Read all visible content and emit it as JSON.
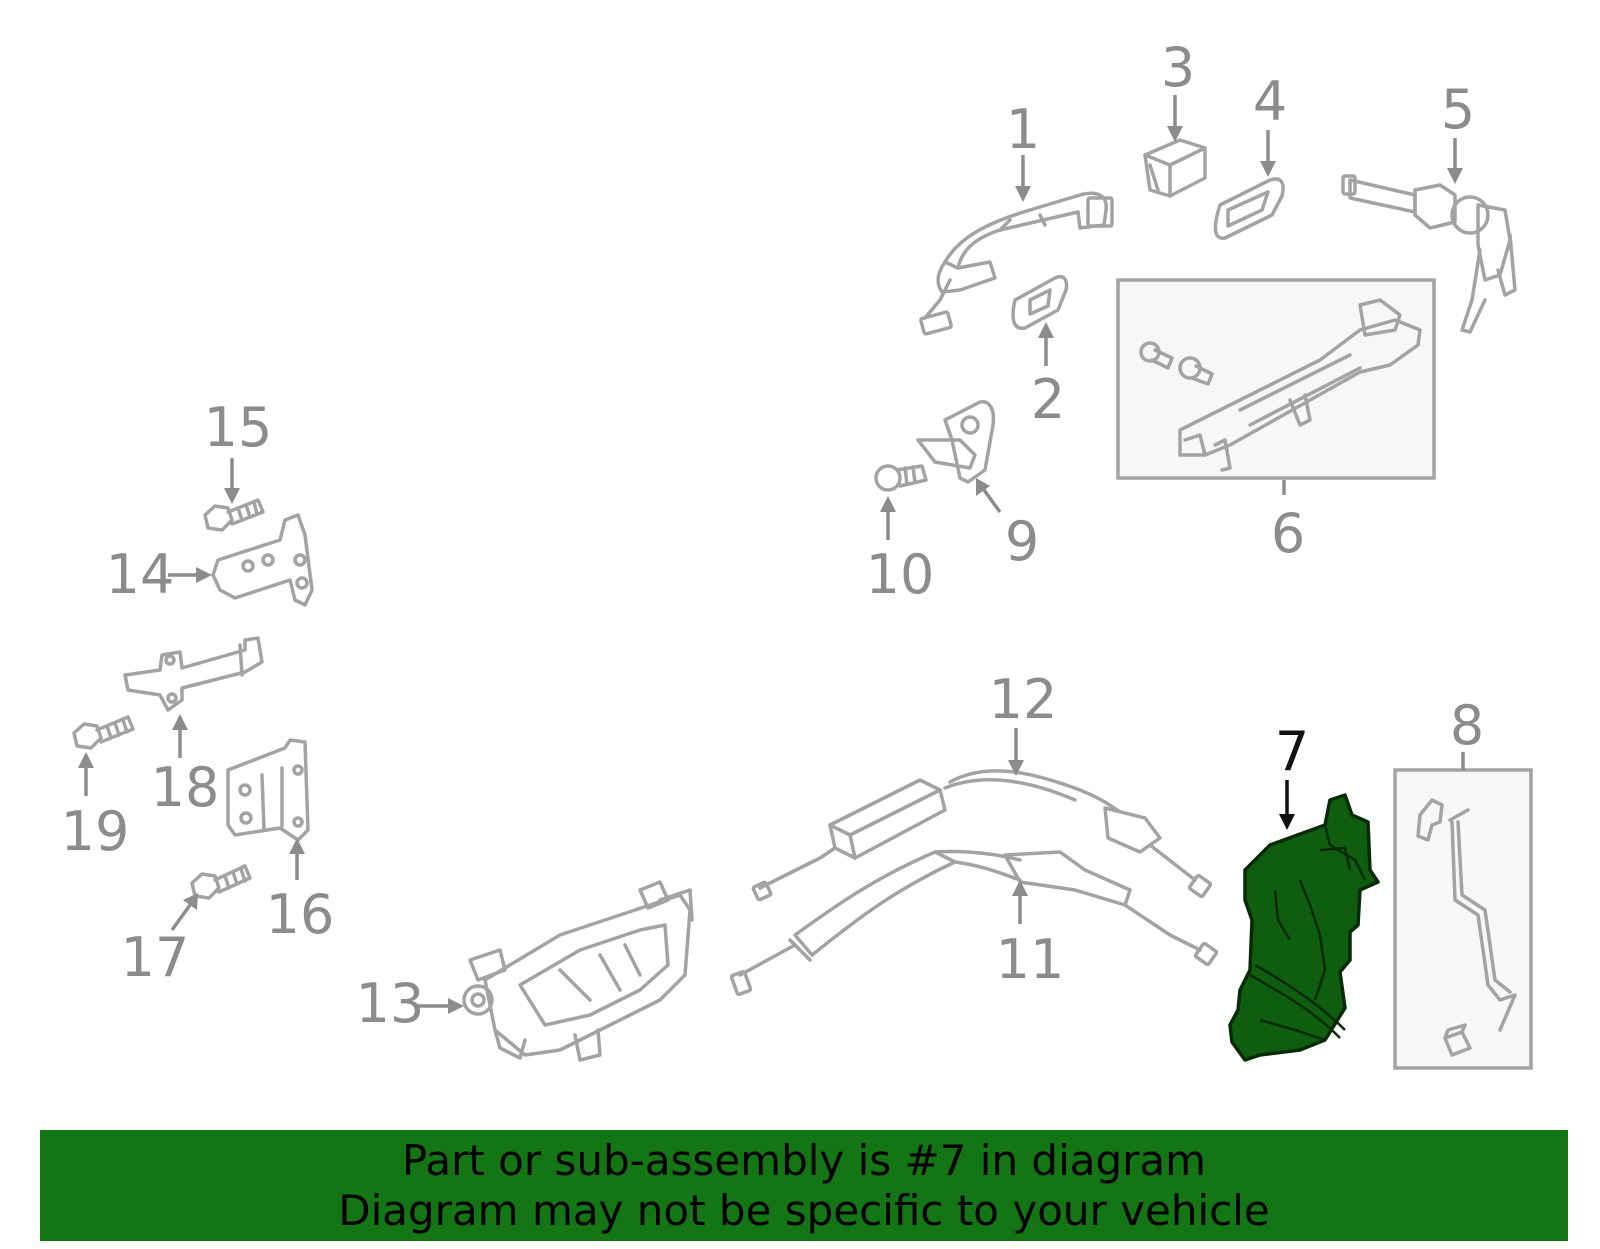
{
  "callouts": {
    "c1": "1",
    "c2": "2",
    "c3": "3",
    "c4": "4",
    "c5": "5",
    "c6": "6",
    "c7": "7",
    "c8": "8",
    "c9": "9",
    "c10": "10",
    "c11": "11",
    "c12": "12",
    "c13": "13",
    "c14": "14",
    "c15": "15",
    "c16": "16",
    "c17": "17",
    "c18": "18",
    "c19": "19"
  },
  "highlighted_part": "7",
  "colors": {
    "banner_bg": "#137513",
    "highlight_fill": "#0f5e0f",
    "part_stroke": "#a3a3a3",
    "label_gray": "#8c8c8c"
  },
  "banner": {
    "line1": "Part or sub-assembly is #7 in diagram",
    "line2": "Diagram may not be specific to your vehicle"
  }
}
